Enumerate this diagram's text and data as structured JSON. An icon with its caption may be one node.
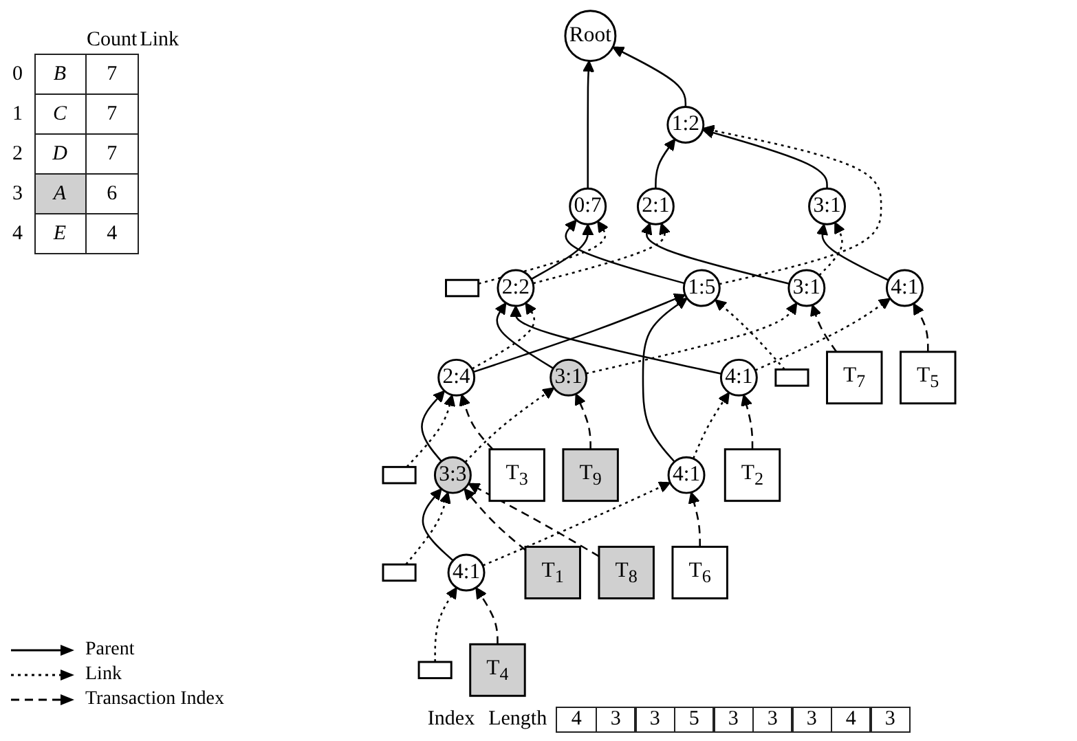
{
  "diagram": {
    "nodes": [
      {
        "text": [
          "Root"
        ]
      },
      {
        "text": [
          "0:7"
        ]
      },
      {
        "text": [
          "1:2"
        ]
      },
      {
        "text": [
          "1:5"
        ]
      },
      {
        "text": [
          "2:2"
        ]
      },
      {
        "text": [
          "2:1"
        ]
      },
      {
        "text": [
          "3:1"
        ]
      },
      {
        "text": [
          "2:4"
        ]
      },
      {
        "text": [
          "4:1"
        ]
      },
      {
        "text": [
          "3:1"
        ]
      },
      {
        "text": [
          "4:1"
        ]
      },
      {
        "text": [
          "3:1"
        ]
      },
      {
        "text": [
          "4:1"
        ]
      },
      {
        "text": [
          "3:3"
        ]
      },
      {
        "text": [
          "4:1"
        ]
      },
      {
        "text": [],
        "shape": "box"
      },
      {
        "text": [],
        "shape": "box"
      },
      {
        "text": [],
        "shape": "box"
      },
      {
        "text": [],
        "shape": "box"
      },
      {
        "text": [],
        "shape": "box"
      },
      {
        "text": [
          "T$_{1}$"
        ]
      },
      {
        "text": [
          "T$_{2}$"
        ]
      },
      {
        "text": [
          "T$_{3}$"
        ]
      },
      {
        "text": [
          "T$_{4}$"
        ]
      },
      {
        "text": [
          "T$_{5}$"
        ]
      },
      {
        "text": [
          "T$_{6}$"
        ]
      },
      {
        "text": [
          "T$_{7}$"
        ]
      },
      {
        "text": [
          "T$_{8}$"
        ]
      },
      {
        "text": [
          "T$_{9}$"
        ]
      }
    ],
    "edges": [
      {
        "from": 1,
        "to": 0,
        "arrow": "to"
      },
      {
        "from": 2,
        "to": 0,
        "arrow": "to"
      },
      {
        "from": 3,
        "to": 1,
        "arrow": "to"
      },
      {
        "from": 4,
        "to": 1,
        "arrow": "to"
      },
      {
        "from": 5,
        "to": 2,
        "arrow": "to"
      },
      {
        "from": 6,
        "to": 2,
        "arrow": "to"
      },
      {
        "from": 7,
        "to": 3,
        "arrow": "to"
      },
      {
        "from": 8,
        "to": 3,
        "arrow": "to"
      },
      {
        "from": 9,
        "to": 4,
        "arrow": "to"
      },
      {
        "from": 10,
        "to": 4,
        "arrow": "to"
      },
      {
        "from": 11,
        "to": 5,
        "arrow": "to"
      },
      {
        "from": 12,
        "to": 6,
        "arrow": "to"
      },
      {
        "from": 13,
        "to": 7,
        "arrow": "to"
      },
      {
        "from": 14,
        "to": 13,
        "arrow": "to"
      },
      {
        "from": 15,
        "to": 1,
        "arrow": "to",
        "style": "dashed"
      },
      {
        "from": 16,
        "to": 3,
        "arrow": "to",
        "style": "dashed"
      },
      {
        "from": 17,
        "to": 7,
        "arrow": "to",
        "style": "dashed"
      },
      {
        "from": 18,
        "to": 13,
        "arrow": "to",
        "style": "dashed"
      },
      {
        "from": 19,
        "to": 14,
        "arrow": "to",
        "style": "dashed"
      },
      {
        "from": 3,
        "to": 2,
        "arrow": "to",
        "style": "dashed"
      },
      {
        "from": 7,
        "to": 4,
        "arrow": "to",
        "style": "dashed"
      },
      {
        "from": 4,
        "to": 5,
        "arrow": "to",
        "style": "dashed"
      },
      {
        "from": 13,
        "to": 9,
        "arrow": "to",
        "style": "dashed"
      },
      {
        "from": 9,
        "to": 11,
        "arrow": "to",
        "style": "dashed"
      },
      {
        "from": 11,
        "to": 6,
        "arrow": "to",
        "style": "dashed"
      },
      {
        "from": 14,
        "to": 8,
        "arrow": "to",
        "style": "dashed"
      },
      {
        "from": 8,
        "to": 10,
        "arrow": "to",
        "style": "dashed"
      },
      {
        "from": 10,
        "to": 12,
        "arrow": "to",
        "style": "dashed"
      },
      {
        "from": 20,
        "to": 13,
        "arrow": "to",
        "style": "dashed"
      },
      {
        "from": 21,
        "to": 10,
        "arrow": "to",
        "style": "dashed"
      },
      {
        "from": 22,
        "to": 7,
        "arrow": "to",
        "style": "dashed"
      },
      {
        "from": 23,
        "to": 14,
        "arrow": "to",
        "style": "dashed"
      },
      {
        "from": 24,
        "to": 12,
        "arrow": "to",
        "style": "dashed"
      },
      {
        "from": 25,
        "to": 8,
        "arrow": "to",
        "style": "dashed"
      },
      {
        "from": 26,
        "to": 11,
        "arrow": "to",
        "style": "dashed"
      },
      {
        "from": 27,
        "to": 13,
        "arrow": "to",
        "style": "dashed"
      },
      {
        "from": 28,
        "to": 9,
        "arrow": "to",
        "style": "dashed"
      }
    ],
    "labels": [
      "Count",
      "Link",
      "0",
      "B",
      "7",
      "1",
      "C",
      "7",
      "2",
      "D",
      "7",
      "3",
      "A",
      "6",
      "4",
      "E",
      "4",
      "Index",
      "Length",
      "4",
      "3",
      "3",
      "5",
      "3",
      "3",
      "3",
      "4",
      "3"
    ],
    "legend": [
      {
        "text": "Parent"
      },
      {
        "text": "Link"
      },
      {
        "text": "Transaction Index"
      }
    ]
  }
}
